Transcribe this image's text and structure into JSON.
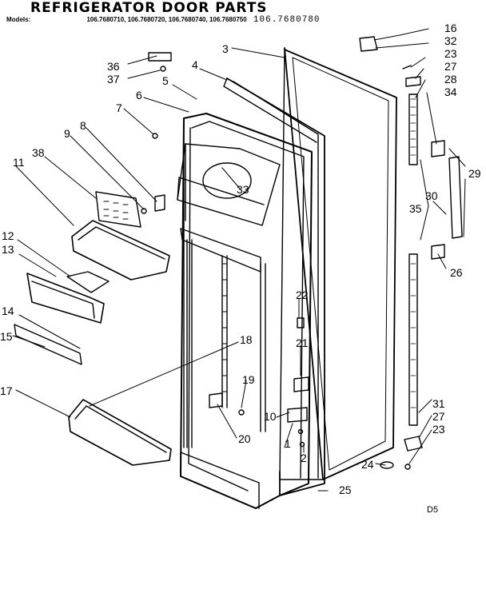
{
  "title": "REFRIGERATOR DOOR PARTS",
  "models": {
    "label": "Models:",
    "list": "106.7680710, 106.7680720, 106.7680740, 106.7680750",
    "last": "106.7680780"
  },
  "diagram_code": "D5",
  "callouts": {
    "c1": "1",
    "c2": "2",
    "c3": "3",
    "c4": "4",
    "c5": "5",
    "c6": "6",
    "c7": "7",
    "c8": "8",
    "c9": "9",
    "c10": "10",
    "c11": "11",
    "c12": "12",
    "c13": "13",
    "c14": "14",
    "c15": "15",
    "c16": "16",
    "c17": "17",
    "c18": "18",
    "c19": "19",
    "c20": "20",
    "c21": "21",
    "c22": "22",
    "c23a": "23",
    "c23b": "23",
    "c24": "24",
    "c25": "25",
    "c26": "26",
    "c27a": "27",
    "c27b": "27",
    "c28": "28",
    "c29": "29",
    "c30": "30",
    "c31": "31",
    "c32": "32",
    "c33": "33",
    "c34": "34",
    "c35": "35",
    "c36": "36",
    "c37": "37",
    "c38": "38"
  }
}
